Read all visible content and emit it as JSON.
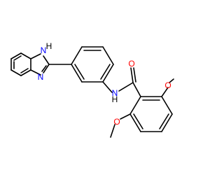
{
  "molecule": {
    "atoms": {
      "nh_label": "N",
      "nh_h_label": "H",
      "n_imidazole_label": "N",
      "amide_nh_label": "N",
      "amide_nh_h_label": "H",
      "carbonyl_o_label": "O",
      "methoxy_top_o_label": "O",
      "methoxy_bottom_o_label": "O"
    },
    "colors": {
      "bond": "#000000",
      "nitrogen": "#0000ff",
      "oxygen": "#ff0000",
      "background": "#ffffff"
    }
  }
}
